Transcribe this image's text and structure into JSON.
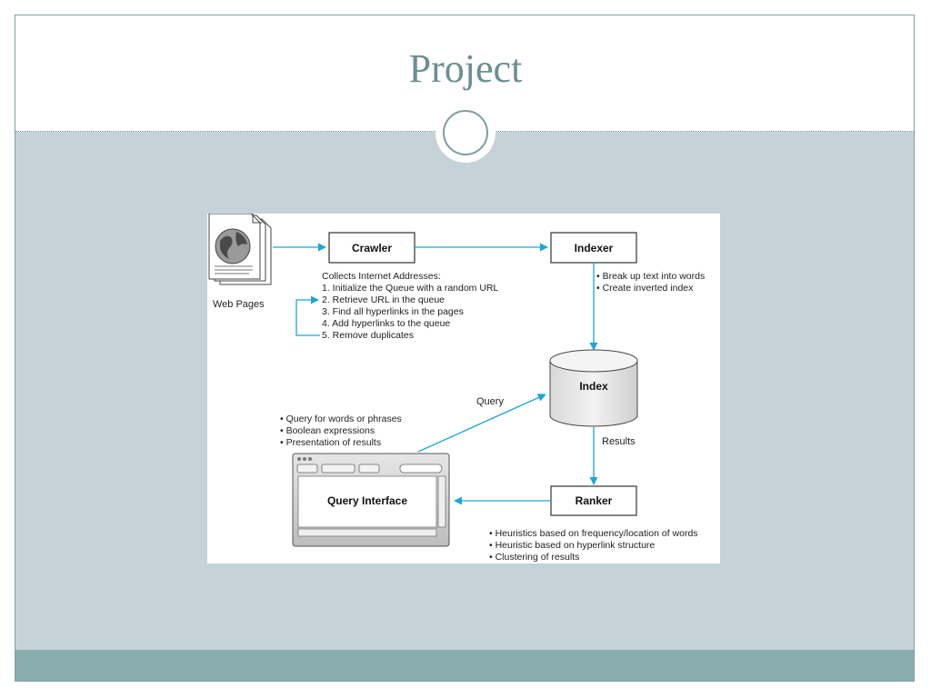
{
  "slide": {
    "title": "Project"
  },
  "diagram": {
    "web_pages_label": "Web Pages",
    "crawler_label": "Crawler",
    "indexer_label": "Indexer",
    "index_label": "Index",
    "ranker_label": "Ranker",
    "query_interface_label": "Query Interface",
    "query_edge_label": "Query",
    "results_edge_label": "Results",
    "crawler_notes": [
      "Collects Internet Addresses:",
      "1. Initialize the Queue with a random URL",
      "2. Retrieve URL in the queue",
      "3. Find all hyperlinks in the pages",
      "4. Add hyperlinks to the queue",
      "5. Remove duplicates"
    ],
    "indexer_notes": [
      "• Break up text into words",
      "• Create inverted index"
    ],
    "query_notes": [
      "• Query for words or phrases",
      "• Boolean expressions",
      "• Presentation of results"
    ],
    "ranker_notes": [
      "• Heuristics based on frequency/location of words",
      "• Heuristic based on hyperlink structure",
      "• Clustering of results"
    ],
    "colors": {
      "arrow": "#1aa6d8",
      "box_border": "#333333",
      "title": "#6b8f95",
      "content_bg": "#c5d3d8",
      "footer": "#8aadb0"
    }
  }
}
